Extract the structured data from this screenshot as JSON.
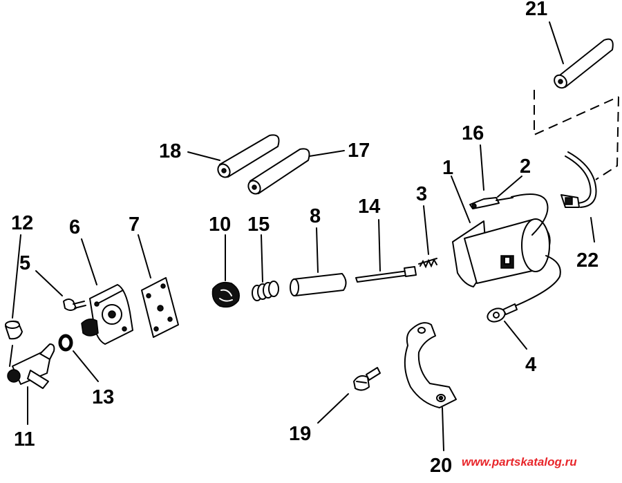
{
  "callouts": {
    "n1": "1",
    "n2": "2",
    "n3": "3",
    "n4": "4",
    "n5": "5",
    "n6": "6",
    "n7": "7",
    "n8": "8",
    "n10": "10",
    "n11": "11",
    "n12": "12",
    "n13": "13",
    "n14": "14",
    "n15": "15",
    "n16": "16",
    "n17": "17",
    "n18": "18",
    "n19": "19",
    "n20": "20",
    "n21": "21",
    "n22": "22"
  },
  "watermark": {
    "text": "www.partskatalog.ru",
    "color": "#e8262b"
  },
  "colors": {
    "ink": "#000000",
    "paper": "#ffffff"
  }
}
